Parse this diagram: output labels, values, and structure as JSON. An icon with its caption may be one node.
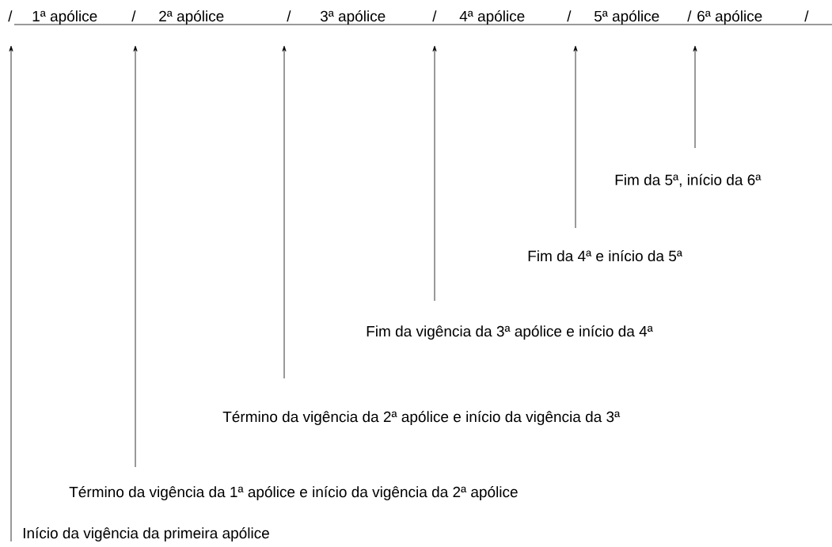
{
  "diagram": {
    "nodes": [
      {
        "text": [
          "Início da vigência da primeira apólice"
        ]
      },
      {
        "text": [
          "Término da vigência da 1ª apólice e início da vigência da 2ª apólice"
        ]
      },
      {
        "text": [
          "Término da vigência da 2ª apólice e início da vigência da 3ª"
        ]
      },
      {
        "text": [
          "Fim da vigência da 3ª apólice e início da 4ª"
        ]
      },
      {
        "text": [
          "Fim da 4ª e início da 5ª"
        ]
      },
      {
        "text": [
          "Fim da 5ª, início da 6ª"
        ]
      }
    ],
    "edges": [
      {
        "from": 0,
        "to": null,
        "arrow": "to"
      },
      {
        "from": 1,
        "to": null,
        "arrow": "to"
      },
      {
        "from": 2,
        "to": null,
        "arrow": "to"
      },
      {
        "from": 3,
        "to": null,
        "arrow": "to"
      },
      {
        "from": 4,
        "to": null,
        "arrow": "to"
      },
      {
        "from": 5,
        "to": null,
        "arrow": "to"
      }
    ],
    "labels": [
      "/",
      "1ª apólice",
      "/",
      "2ª apólice",
      "/",
      "3ª apólice",
      "/",
      "4ª apólice",
      "/",
      "5ª apólice",
      "/",
      "6ª apólice",
      "/"
    ]
  }
}
